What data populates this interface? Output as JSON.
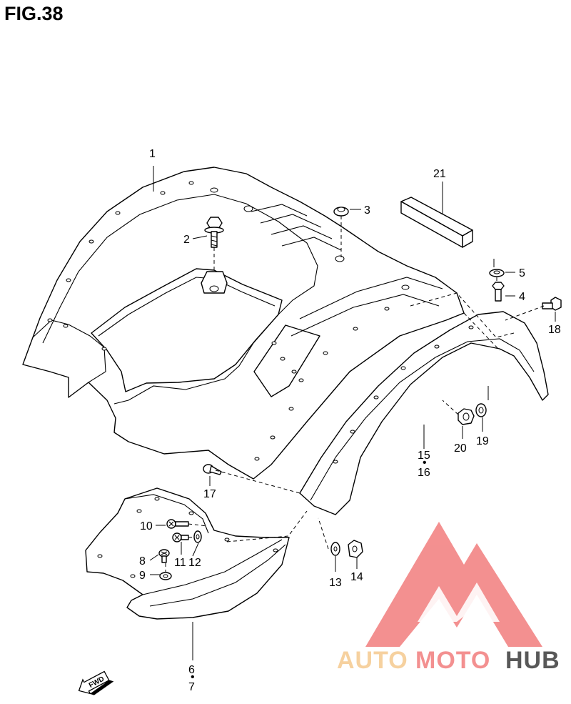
{
  "figure": {
    "title": "FIG.38"
  },
  "callouts": {
    "c1": "1",
    "c2": "2",
    "c3": "3",
    "c4": "4",
    "c5": "5",
    "c6": "6",
    "c7": "7",
    "c8": "8",
    "c9": "9",
    "c10": "10",
    "c11": "11",
    "c12": "12",
    "c13": "13",
    "c14": "14",
    "c15": "15",
    "c16": "16",
    "c17": "17",
    "c18": "18",
    "c19": "19",
    "c20": "20",
    "c21": "21"
  },
  "separator": "•",
  "badge": {
    "fwd": "FWD"
  },
  "watermark": {
    "word_auto": "AUTO",
    "word_moto": "MOTO",
    "word_hub": "HUB",
    "color_light": "#f5c98f",
    "color_red": "#f27d7d",
    "color_dark": "#3b3b3b"
  }
}
